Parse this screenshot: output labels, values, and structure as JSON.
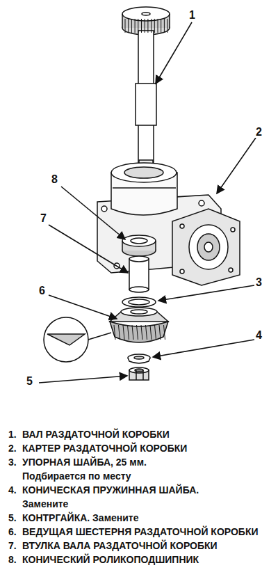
{
  "diagram": {
    "labels": [
      "1",
      "2",
      "8",
      "7",
      "3",
      "6",
      "4",
      "5",
      "1.",
      "ВАЛ РАЗДАТОЧНОЙ КОРОБКИ",
      "2.",
      "КАРТЕР РАЗДАТОЧНОЙ КОРОБКИ",
      "3.",
      "УПОРНАЯ ШАЙБА, 25 мм.",
      "Подбирается по месту",
      "4.",
      "КОНИЧЕСКАЯ ПРУЖИННАЯ ШАЙБА.",
      "Замените",
      "5.",
      "КОНТРГАЙКА. Замените",
      "6.",
      "ВЕДУЩАЯ ШЕСТЕРНЯ РАЗДАТОЧНОЙ КОРОБКИ",
      "7.",
      "ВТУЛКА ВАЛА РАЗДАТОЧНОЙ КОРОБКИ",
      "8.",
      "КОНИЧЕСКИЙ РОЛИКОПОДШИПНИК"
    ]
  }
}
